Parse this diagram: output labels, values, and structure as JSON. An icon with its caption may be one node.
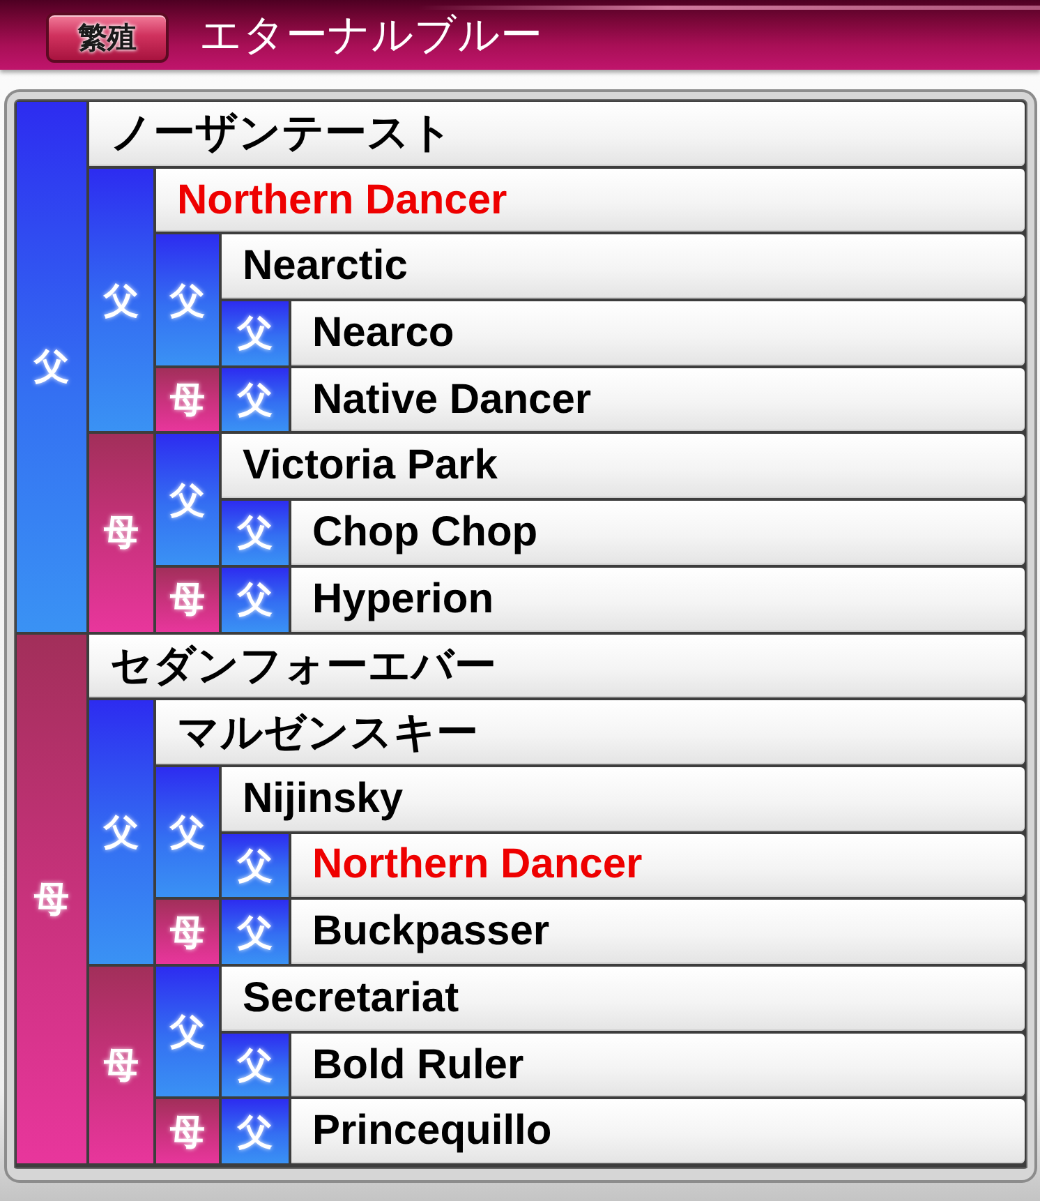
{
  "diagram": {
    "nodes": [
      {
        "text": [
          "エターナルブルー"
        ]
      },
      {
        "text": [
          "繁殖"
        ],
        "in": 0
      },
      {
        "text": [
          "父"
        ]
      },
      {
        "text": [
          "ノーザンテースト"
        ]
      },
      {
        "text": [
          "父"
        ]
      },
      {
        "text": [
          "Northern Dancer"
        ]
      },
      {
        "text": [
          "父"
        ]
      },
      {
        "text": [
          "Nearctic"
        ]
      },
      {
        "text": [
          "父"
        ]
      },
      {
        "text": [
          "Nearco"
        ]
      },
      {
        "text": [
          "母"
        ]
      },
      {
        "text": [
          "父"
        ]
      },
      {
        "text": [
          "Native Dancer"
        ]
      },
      {
        "text": [
          "母"
        ]
      },
      {
        "text": [
          "父"
        ]
      },
      {
        "text": [
          "Victoria Park"
        ]
      },
      {
        "text": [
          "父"
        ]
      },
      {
        "text": [
          "Chop Chop"
        ]
      },
      {
        "text": [
          "母"
        ]
      },
      {
        "text": [
          "父"
        ]
      },
      {
        "text": [
          "Hyperion"
        ]
      },
      {
        "text": [
          "母"
        ]
      },
      {
        "text": [
          "セダンフォーエバー"
        ]
      },
      {
        "text": [
          "父"
        ]
      },
      {
        "text": [
          "マルゼンスキー"
        ]
      },
      {
        "text": [
          "父"
        ]
      },
      {
        "text": [
          "Nijinsky"
        ]
      },
      {
        "text": [
          "父"
        ]
      },
      {
        "text": [
          "Northern Dancer"
        ]
      },
      {
        "text": [
          "母"
        ]
      },
      {
        "text": [
          "父"
        ]
      },
      {
        "text": [
          "Buckpasser"
        ]
      },
      {
        "text": [
          "母"
        ]
      },
      {
        "text": [
          "父"
        ]
      },
      {
        "text": [
          "Secretariat"
        ]
      },
      {
        "text": [
          "父"
        ]
      },
      {
        "text": [
          "Bold Ruler"
        ]
      },
      {
        "text": [
          "母"
        ]
      },
      {
        "text": [
          "父"
        ]
      },
      {
        "text": [
          "Princequillo"
        ]
      }
    ]
  }
}
